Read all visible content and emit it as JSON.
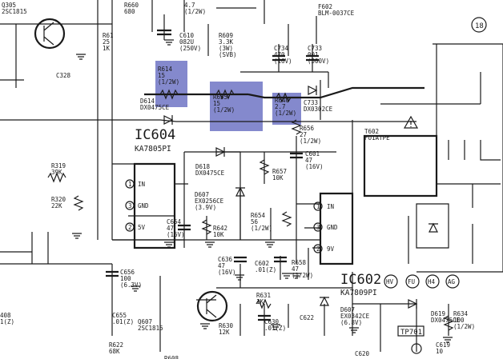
{
  "colors": {
    "highlight": "#6f74c4",
    "ink": "#1a1a1a",
    "paper": "#ffffff"
  },
  "ic604": {
    "name": "IC604",
    "part": "KA7805PI",
    "pins": [
      {
        "num": "1",
        "label": "IN"
      },
      {
        "num": "3",
        "label": "GND"
      },
      {
        "num": "2",
        "label": "5V"
      }
    ]
  },
  "ic602": {
    "name": "IC602",
    "part": "KA7809PI",
    "pins": [
      {
        "num": "1",
        "label": "IN"
      },
      {
        "num": "3",
        "label": "GND"
      },
      {
        "num": "2",
        "label": "9V"
      }
    ]
  },
  "top": {
    "q_top": [
      "Q305",
      "2SC1815"
    ],
    "r660": [
      "R660",
      "680"
    ],
    "r_top2": [
      "4.7",
      "(1/2W)"
    ],
    "r61": [
      "R61",
      "25",
      "1K"
    ],
    "c610": [
      "C610",
      "082U",
      "(250V)"
    ],
    "r609": [
      "R609",
      "3.3K",
      "(3W)",
      "(SVB)"
    ],
    "c328": [
      "C328"
    ],
    "f602": [
      "F602",
      "BLM-0037CE"
    ],
    "c734": [
      "C734",
      "470",
      "(16V)"
    ],
    "c733": [
      "C733",
      "001",
      "(500V)"
    ]
  },
  "highlighted": {
    "r614": [
      "R614",
      "15",
      "(1/2W)"
    ],
    "r655": [
      "R655",
      "15",
      "(1/2W)"
    ],
    "r640": [
      "R640",
      "2.7",
      "(1/2W)"
    ]
  },
  "mid": {
    "d614": [
      "D614",
      "DX0475CE"
    ],
    "c733b": [
      "C733",
      "DX0302CE"
    ],
    "r656": [
      "R656",
      "27",
      "(1/2W)"
    ],
    "t602": [
      "T602",
      "FO1ATPE"
    ],
    "c601": [
      "C601",
      "47",
      "(16V)"
    ],
    "d618": [
      "D618",
      "DX0475CE"
    ],
    "r657": [
      "R657",
      "10K"
    ],
    "d607": [
      "D607",
      "EX0256CE",
      "(3.9V)"
    ],
    "r319": [
      "R319",
      "39K"
    ],
    "r320": [
      "R320",
      "22K"
    ],
    "c654": [
      "C654",
      "47",
      "(16V)"
    ],
    "r642": [
      "R642",
      "10K"
    ],
    "r654": [
      "R654",
      "56",
      "(1/2W)"
    ],
    "c656": [
      "C656",
      "100",
      "(6.3V)"
    ],
    "c636": [
      "C636",
      "47",
      "(16V)"
    ],
    "c602": [
      "C602",
      ".01(Z)"
    ],
    "r658": [
      "R658",
      "47",
      "(1/2W)"
    ],
    "c655": [
      "C655",
      ".01(Z)"
    ]
  },
  "bottom": {
    "q607": [
      "Q607",
      "2SC1815"
    ],
    "r631": [
      "R631",
      "1K"
    ],
    "r630": [
      "R630",
      "12K"
    ],
    "c630": [
      "C630",
      ".01(Z)"
    ],
    "c622": [
      "C622"
    ],
    "d607b": [
      "D607",
      "EX0342CE",
      "(6.8V)"
    ],
    "d619": [
      "D619",
      "DX0475CE"
    ],
    "r634": [
      "R634",
      "100",
      "(1/2W)"
    ],
    "r622": [
      "R622",
      "68K"
    ],
    "r608": [
      "R608"
    ],
    "c620": [
      "C620"
    ],
    "c619": [
      "C619",
      "10"
    ],
    "tp701": "TP701",
    "left_partial": [
      "408",
      "1(Z)"
    ],
    "node18": "18",
    "conn_labels": [
      "HV",
      "FU",
      "H4",
      "AG"
    ]
  }
}
